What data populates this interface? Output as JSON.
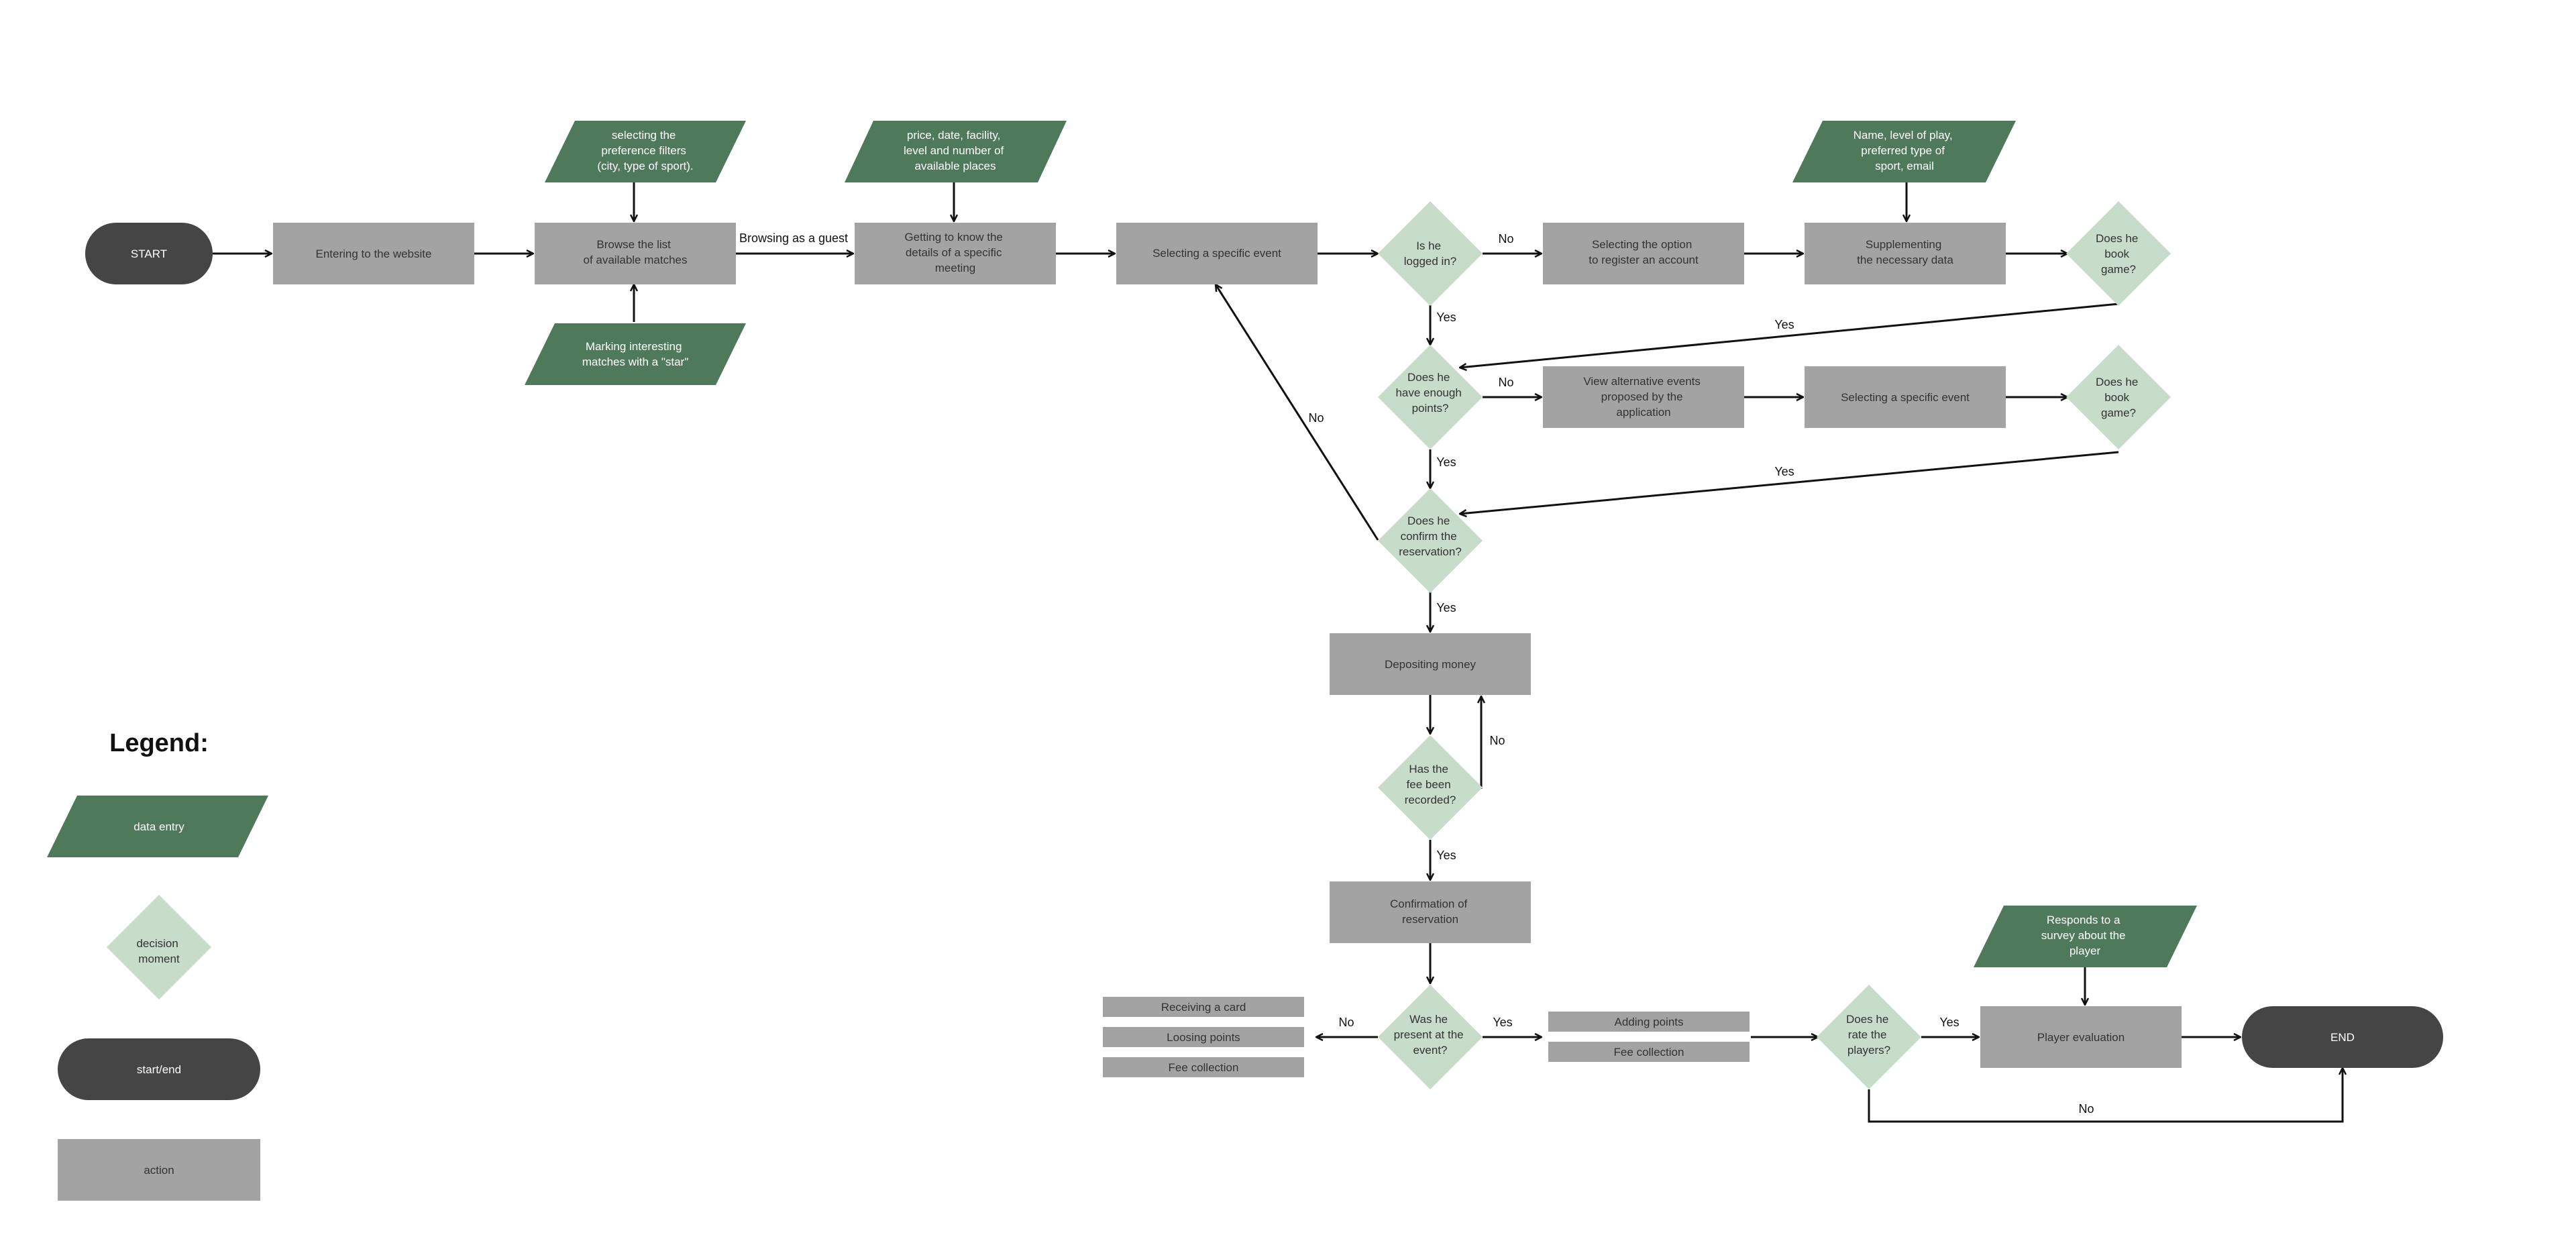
{
  "colors": {
    "data_entry": "#4e7a5b",
    "decision": "#c7dcc9",
    "start_end": "#454545",
    "action": "#a3a3a3",
    "line": "#111111"
  },
  "legend": {
    "title": "Legend:",
    "data_entry": "data entry",
    "decision": [
      "decision",
      "moment"
    ],
    "start_end": "start/end",
    "action": "action"
  },
  "nodes": {
    "start": "START",
    "entering": "Entering to the website",
    "browse": [
      "Browse the list",
      "of available matches"
    ],
    "filters": [
      "selecting the",
      "preference filters",
      "(city, type of sport)."
    ],
    "star": [
      "Marking interesting",
      "matches with a \"star\""
    ],
    "details_input": [
      "price, date, facility,",
      "level and number of",
      "available places"
    ],
    "getting": [
      "Getting to know the",
      "details of a specific",
      "meeting"
    ],
    "select_event": "Selecting a specific event",
    "logged_in": [
      "Is he",
      "logged in?"
    ],
    "register": [
      "Selecting the option",
      "to register an account"
    ],
    "reg_input": [
      "Name, level of play,",
      "preferred type of",
      "sport, email"
    ],
    "supplement": [
      "Supplementing",
      "the necessary data"
    ],
    "book1": [
      "Does he",
      "book",
      "game?"
    ],
    "enough_points": [
      "Does he",
      "have enough",
      "points?"
    ],
    "view_alt": [
      "View alternative events",
      "proposed by the",
      "application"
    ],
    "select_event2": "Selecting a specific event",
    "book2": [
      "Does he",
      "book",
      "game?"
    ],
    "confirm": [
      "Does he",
      "confirm the",
      "reservation?"
    ],
    "depositing": "Depositing money",
    "fee_recorded": [
      "Has the",
      "fee been",
      "recorded?"
    ],
    "confirmation": [
      "Confirmation of",
      "reservation"
    ],
    "present": [
      "Was he",
      "present at the",
      "event?"
    ],
    "receiving_card": "Receiving a card",
    "loosing_points": "Loosing points",
    "fee_collection_left": "Fee collection",
    "adding_points": "Adding points",
    "fee_collection_right": "Fee collection",
    "rate": [
      "Does he",
      "rate the",
      "players?"
    ],
    "survey": [
      "Responds to a",
      "survey about the",
      "player"
    ],
    "evaluation": "Player evaluation",
    "end": "END"
  },
  "edge_labels": {
    "guest": "Browsing as a guest",
    "logged_no": "No",
    "logged_yes": "Yes",
    "book1_yes": "Yes",
    "points_no": "No",
    "points_yes": "Yes",
    "book2_yes": "Yes",
    "confirm_no": "No",
    "confirm_yes": "Yes",
    "fee_no": "No",
    "fee_yes": "Yes",
    "present_no": "No",
    "present_yes": "Yes",
    "rate_yes": "Yes",
    "rate_no": "No"
  }
}
